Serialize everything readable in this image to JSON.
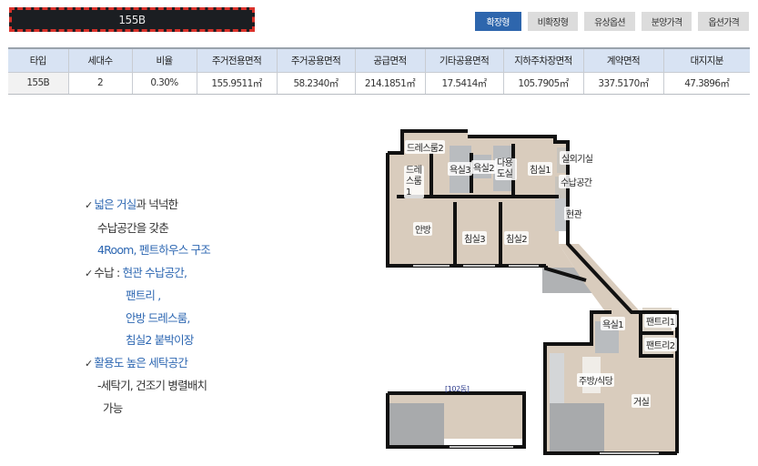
{
  "header": {
    "type_title": "155B"
  },
  "tabs": [
    {
      "label": "확장형",
      "active": true
    },
    {
      "label": "비확장형",
      "active": false
    },
    {
      "label": "유상옵션",
      "active": false
    },
    {
      "label": "분양가격",
      "active": false
    },
    {
      "label": "옵션가격",
      "active": false
    }
  ],
  "spec_table": {
    "headers": [
      "타입",
      "세대수",
      "비율",
      "주거전용면적",
      "주거공용면적",
      "공급면적",
      "기타공용면적",
      "지하주차장면적",
      "계약면적",
      "대지지분"
    ],
    "rows": [
      [
        "155B",
        "2",
        "0.30%",
        "155.9511㎡",
        "58.2340㎡",
        "214.1851㎡",
        "17.5414㎡",
        "105.7905㎡",
        "337.5170㎡",
        "47.3896㎡"
      ]
    ]
  },
  "features": {
    "check": "✓",
    "l1_blue": "넓은 거실",
    "l1_rest": "과 넉넉한",
    "l2": "수납공간을 갖춘",
    "l3": "4Room, 펜트하우스 구조",
    "l4_label": "수납 : ",
    "l4_blue": "현관 수납공간,",
    "l5": "팬트리 ,",
    "l6": "안방 드레스룸,",
    "l7": "침실2 붙박이장",
    "l8": "활용도 높은 세탁공간",
    "l9": "-세탁기, 건조기 병렬배치",
    "l10": "가능"
  },
  "floor_plan": {
    "building_label": "[102동]",
    "rooms": [
      "드레스룸2",
      "드레스룸1",
      "욕실3",
      "욕실2",
      "다용도실",
      "침실1",
      "실외기실",
      "수납공간",
      "현관",
      "안방",
      "침실3",
      "침실2",
      "욕실1",
      "팬트리1",
      "팬트리2",
      "주방/식당",
      "거실"
    ],
    "colors": {
      "wall": "#111111",
      "floor": "#d9ccbd",
      "tile": "#b9bcbf",
      "balcony": "#a8aaac"
    }
  }
}
